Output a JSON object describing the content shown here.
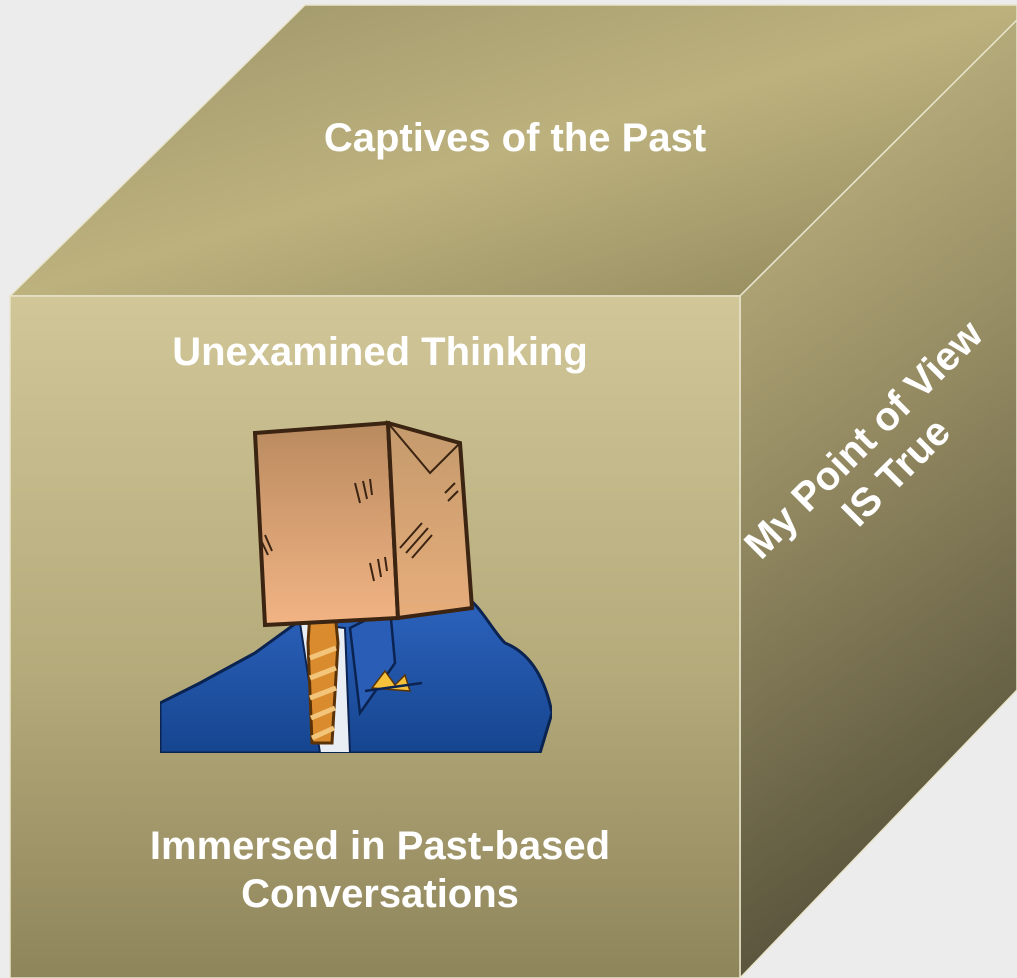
{
  "top_face": {
    "label": "Captives of the Past"
  },
  "front_face": {
    "title": "Unexamined Thinking",
    "caption_line1": "Immersed in Past-based",
    "caption_line2": "Conversations"
  },
  "side_face": {
    "line1": "My Point of View",
    "line2": "IS True"
  },
  "colors": {
    "background": "#ececec",
    "top_face_light": "#c5ba86",
    "top_face_dark": "#8a8158",
    "front_face_light": "#cfc596",
    "front_face_dark": "#8e845b",
    "side_face_light": "#c2b782",
    "side_face_dark": "#59543c",
    "text": "#ffffff",
    "suit": "#1f4fa3",
    "bag": "#d9a070"
  },
  "icons": {
    "figure": "paper-bag-head-businessman-icon"
  }
}
